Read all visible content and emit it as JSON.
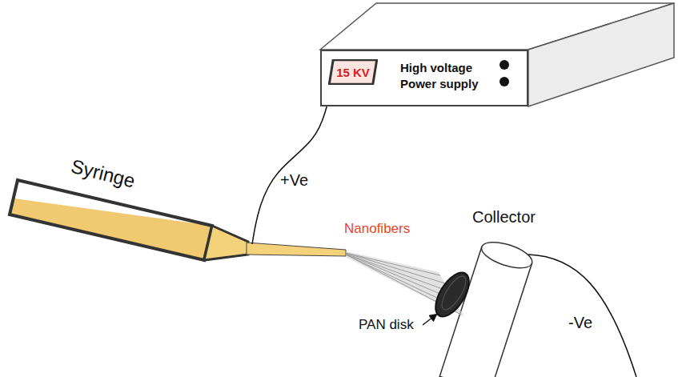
{
  "diagram": {
    "nodes": [
      {
        "text": [
          "High voltage Power supply"
        ]
      },
      {
        "text": [
          "15 KV"
        ],
        "in": 0
      },
      {
        "text": [
          "Syringe"
        ]
      },
      {
        "text": [
          "Collector"
        ]
      }
    ],
    "edges": [
      {
        "from": 0,
        "to": 2,
        "label": "+Ve",
        "arrow": "none"
      }
    ],
    "labels": [
      "Nanofibers",
      "PAN disk",
      "-Ve"
    ]
  }
}
